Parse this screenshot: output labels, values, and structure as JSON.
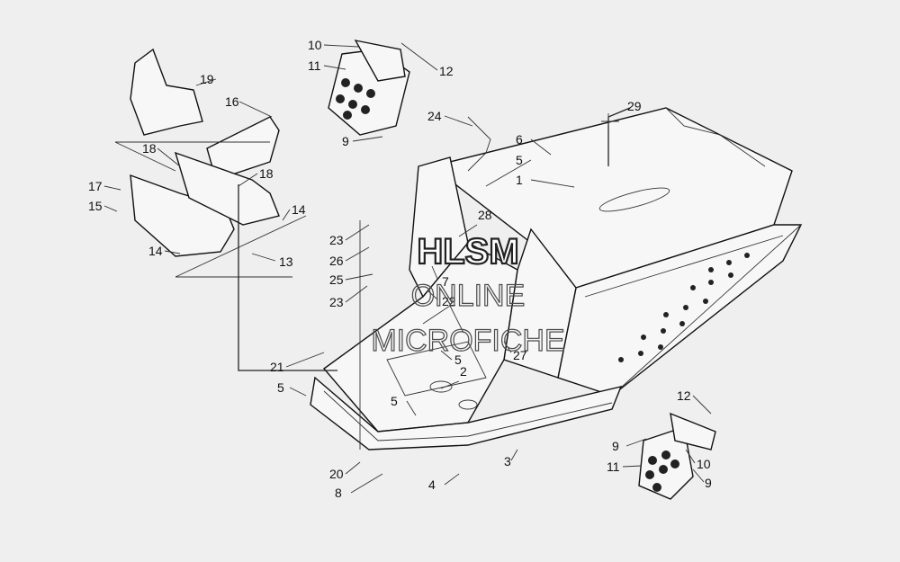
{
  "callouts": [
    {
      "id": "c10a",
      "text": "10"
    },
    {
      "id": "c11a",
      "text": "11"
    },
    {
      "id": "c12a",
      "text": "12"
    },
    {
      "id": "c9a",
      "text": "9"
    },
    {
      "id": "c19",
      "text": "19"
    },
    {
      "id": "c16",
      "text": "16"
    },
    {
      "id": "c18a",
      "text": "18"
    },
    {
      "id": "c18b",
      "text": "18"
    },
    {
      "id": "c17",
      "text": "17"
    },
    {
      "id": "c15",
      "text": "15"
    },
    {
      "id": "c14a",
      "text": "14"
    },
    {
      "id": "c14b",
      "text": "14"
    },
    {
      "id": "c13",
      "text": "13"
    },
    {
      "id": "c24",
      "text": "24"
    },
    {
      "id": "c6",
      "text": "6"
    },
    {
      "id": "c5a",
      "text": "5"
    },
    {
      "id": "c1",
      "text": "1"
    },
    {
      "id": "c29",
      "text": "29"
    },
    {
      "id": "c28",
      "text": "28"
    },
    {
      "id": "c23a",
      "text": "23"
    },
    {
      "id": "c26",
      "text": "26"
    },
    {
      "id": "c25",
      "text": "25"
    },
    {
      "id": "c23b",
      "text": "23"
    },
    {
      "id": "c7",
      "text": "7"
    },
    {
      "id": "c22",
      "text": "22"
    },
    {
      "id": "c27",
      "text": "27"
    },
    {
      "id": "c21",
      "text": "21"
    },
    {
      "id": "c5b",
      "text": "5"
    },
    {
      "id": "c5c",
      "text": "5"
    },
    {
      "id": "c2",
      "text": "2"
    },
    {
      "id": "c5d",
      "text": "5"
    },
    {
      "id": "c3",
      "text": "3"
    },
    {
      "id": "c20",
      "text": "20"
    },
    {
      "id": "c8",
      "text": "8"
    },
    {
      "id": "c4",
      "text": "4"
    },
    {
      "id": "c12b",
      "text": "12"
    },
    {
      "id": "c9b",
      "text": "9"
    },
    {
      "id": "c10b",
      "text": "10"
    },
    {
      "id": "c11b",
      "text": "11"
    },
    {
      "id": "c9c",
      "text": "9"
    }
  ],
  "watermark": {
    "line1": "HLSM",
    "line2": "ONLINE",
    "line3": "MICROFICHE"
  }
}
